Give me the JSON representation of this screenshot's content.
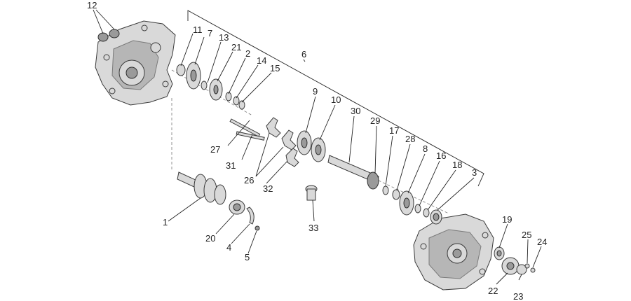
{
  "diagram": {
    "labels": [
      {
        "id": "12",
        "text": "12"
      },
      {
        "id": "11",
        "text": "11"
      },
      {
        "id": "7",
        "text": "7"
      },
      {
        "id": "13",
        "text": "13"
      },
      {
        "id": "21",
        "text": "21"
      },
      {
        "id": "2",
        "text": "2"
      },
      {
        "id": "14",
        "text": "14"
      },
      {
        "id": "15",
        "text": "15"
      },
      {
        "id": "6",
        "text": "6"
      },
      {
        "id": "9",
        "text": "9"
      },
      {
        "id": "10",
        "text": "10"
      },
      {
        "id": "30",
        "text": "30"
      },
      {
        "id": "29",
        "text": "29"
      },
      {
        "id": "17",
        "text": "17"
      },
      {
        "id": "28",
        "text": "28"
      },
      {
        "id": "8",
        "text": "8"
      },
      {
        "id": "16",
        "text": "16"
      },
      {
        "id": "18",
        "text": "18"
      },
      {
        "id": "3",
        "text": "3"
      },
      {
        "id": "27",
        "text": "27"
      },
      {
        "id": "31",
        "text": "31"
      },
      {
        "id": "26",
        "text": "26"
      },
      {
        "id": "32",
        "text": "32"
      },
      {
        "id": "33",
        "text": "33"
      },
      {
        "id": "1",
        "text": "1"
      },
      {
        "id": "20",
        "text": "20"
      },
      {
        "id": "4",
        "text": "4"
      },
      {
        "id": "5",
        "text": "5"
      },
      {
        "id": "19",
        "text": "19"
      },
      {
        "id": "25",
        "text": "25"
      },
      {
        "id": "24",
        "text": "24"
      },
      {
        "id": "22",
        "text": "22"
      },
      {
        "id": "23",
        "text": "23"
      }
    ]
  }
}
